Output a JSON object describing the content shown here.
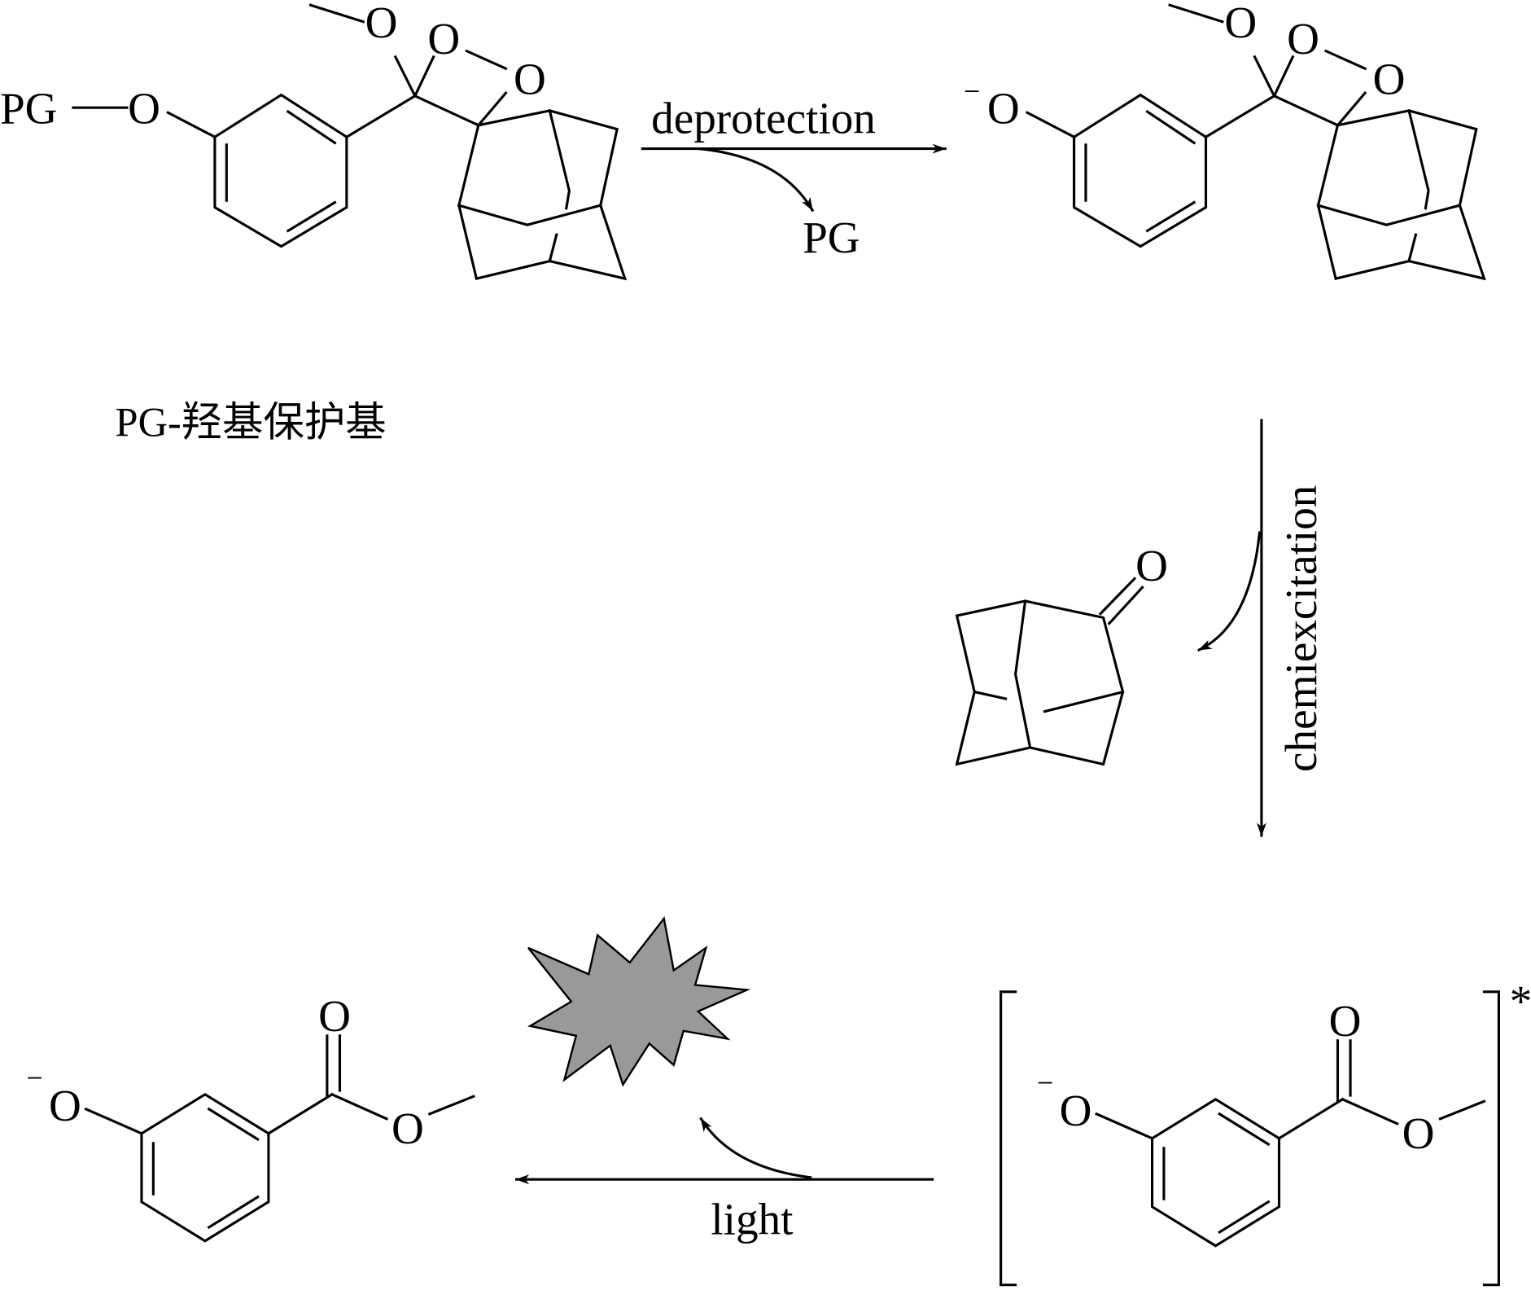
{
  "atoms": {
    "oxygen": "O",
    "protecting_group": "PG",
    "minus": "−",
    "excited_mark": "*"
  },
  "steps": {
    "deprotection": "deprotection",
    "released_group": "PG",
    "chemiexcitation": "chemiexcitation",
    "light": "light"
  },
  "legend": {
    "pg_note": "PG-羟基保护基"
  },
  "colors": {
    "burst": "#999999",
    "line": "#000000"
  }
}
